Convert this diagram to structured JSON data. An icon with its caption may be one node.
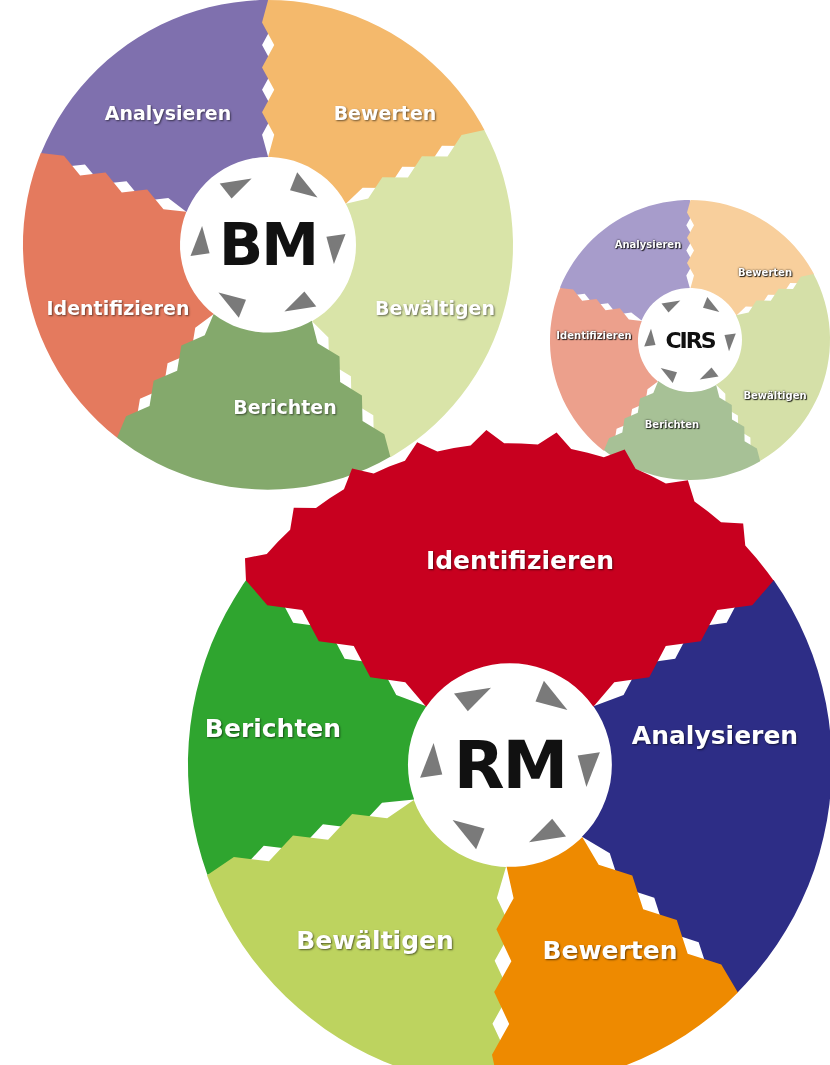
{
  "diagram": {
    "nodes": [
      {
        "text": [
          "Analysieren"
        ]
      },
      {
        "text": [
          "Bewerten"
        ]
      },
      {
        "text": [
          "BM"
        ]
      },
      {
        "text": [
          "Identifizieren"
        ]
      },
      {
        "text": [
          "Bewältigen"
        ]
      },
      {
        "text": [
          "Berichten"
        ]
      },
      {
        "text": [
          "Analysieren"
        ]
      },
      {
        "text": [
          "Bewerten"
        ]
      },
      {
        "text": [
          "Identifizieren"
        ]
      },
      {
        "text": [
          "CIRS"
        ]
      },
      {
        "text": [
          "Bewältigen"
        ]
      },
      {
        "text": [
          "Berichten"
        ]
      },
      {
        "text": [
          "Identifizieren"
        ]
      },
      {
        "text": [
          "Berichten"
        ]
      },
      {
        "text": [
          "RM"
        ]
      },
      {
        "text": [
          "Analysieren"
        ]
      },
      {
        "text": [
          "Bewältigen"
        ]
      },
      {
        "text": [
          "Bewerten"
        ]
      }
    ]
  }
}
